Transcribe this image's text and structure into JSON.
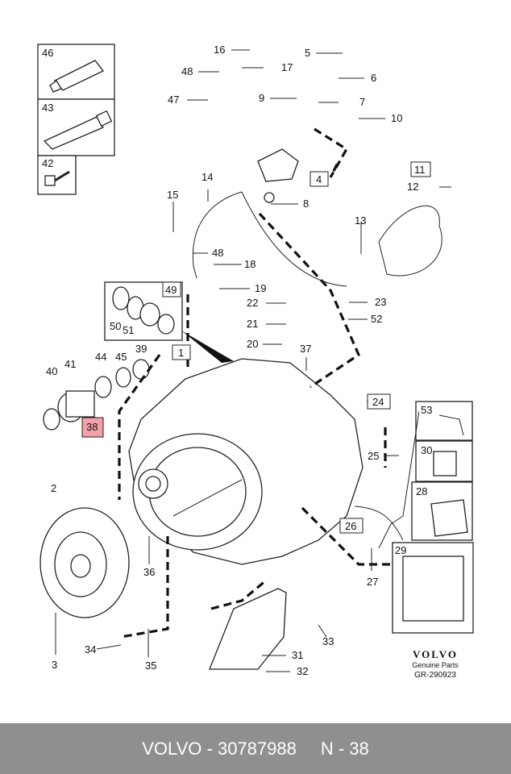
{
  "inset_boxes": [
    {
      "id": "46",
      "label": "46",
      "icon": "sealant-tube-icon"
    },
    {
      "id": "43",
      "label": "43",
      "icon": "grease-tube-icon"
    },
    {
      "id": "42",
      "label": "42",
      "icon": "bolt-icon"
    }
  ],
  "callouts": {
    "c1": "1",
    "c2": "2",
    "c3": "3",
    "c4": "4",
    "c5": "5",
    "c6": "6",
    "c7": "7",
    "c8": "8",
    "c9": "9",
    "c10": "10",
    "c11": "11",
    "c12": "12",
    "c13": "13",
    "c14": "14",
    "c15": "15",
    "c16": "16",
    "c17": "17",
    "c18": "18",
    "c19": "19",
    "c20": "20",
    "c21": "21",
    "c22": "22",
    "c23": "23",
    "c24": "24",
    "c25": "25",
    "c26": "26",
    "c27": "27",
    "c28": "28",
    "c29": "29",
    "c30": "30",
    "c31": "31",
    "c32": "32",
    "c33": "33",
    "c34": "34",
    "c35": "35",
    "c36": "36",
    "c37": "37",
    "c38": "38",
    "c39": "39",
    "c40": "40",
    "c41": "41",
    "c44": "44",
    "c45": "45",
    "c47": "47",
    "c48a": "48",
    "c48b": "48",
    "c49": "49",
    "c50": "50",
    "c51": "51",
    "c52": "52",
    "c53": "53"
  },
  "highlighted_part": "38",
  "highlight_color": "#f4a0a8",
  "brand": {
    "logo": "VOLVO",
    "subtitle": "Genuine Parts",
    "ref": "GR-290923"
  },
  "footer": {
    "part_number": "VOLVO - 30787988",
    "position": "N - 38"
  }
}
